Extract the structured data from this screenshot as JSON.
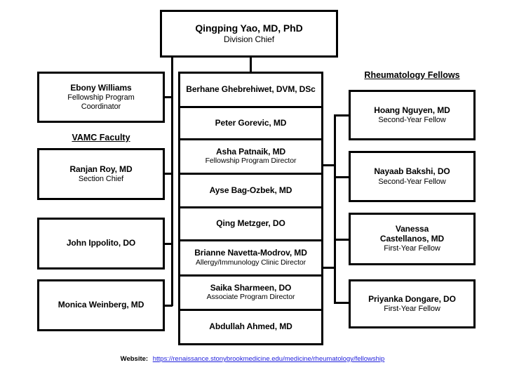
{
  "root": {
    "name": "Qingping Yao, MD, PhD",
    "role": "Division Chief"
  },
  "headings": {
    "vamc_faculty": "VAMC Faculty",
    "rheumatology_fellows": "Rheumatology Fellows"
  },
  "left_column": [
    {
      "name": "Ebony Williams",
      "role": "Fellowship Program\nCoordinator"
    },
    {
      "name": "Ranjan Roy, MD",
      "role": "Section Chief"
    },
    {
      "name": "John Ippolito, DO",
      "role": ""
    },
    {
      "name": "Monica Weinberg, MD",
      "role": ""
    }
  ],
  "center_column": [
    {
      "name": "Berhane Ghebrehiwet, DVM, DSc",
      "role": ""
    },
    {
      "name": "Peter Gorevic, MD",
      "role": ""
    },
    {
      "name": "Asha Patnaik, MD",
      "role": "Fellowship Program Director"
    },
    {
      "name": "Ayse Bag-Ozbek, MD",
      "role": ""
    },
    {
      "name": "Qing Metzger, DO",
      "role": ""
    },
    {
      "name": "Brianne Navetta-Modrov, MD",
      "role": "Allergy/Immunology Clinic Director"
    },
    {
      "name": "Saika Sharmeen, DO",
      "role": "Associate Program Director"
    },
    {
      "name": "Abdullah Ahmed, MD",
      "role": ""
    }
  ],
  "right_column": [
    {
      "name": "Hoang Nguyen, MD",
      "role": "Second-Year Fellow"
    },
    {
      "name": "Nayaab Bakshi, DO",
      "role": "Second-Year Fellow"
    },
    {
      "name": "Vanessa Castellanos, MD",
      "role": "First-Year Fellow"
    },
    {
      "name": "Priyanka Dongare, DO",
      "role": "First-Year Fellow"
    }
  ],
  "footer": {
    "label": "Website:",
    "url": "https://renaissance.stonybrookmedicine.edu/medicine/rheumatology/fellowship"
  },
  "colors": {
    "line": "#000000",
    "box_border": "#000000",
    "background": "#ffffff",
    "link": "#2222dd"
  }
}
